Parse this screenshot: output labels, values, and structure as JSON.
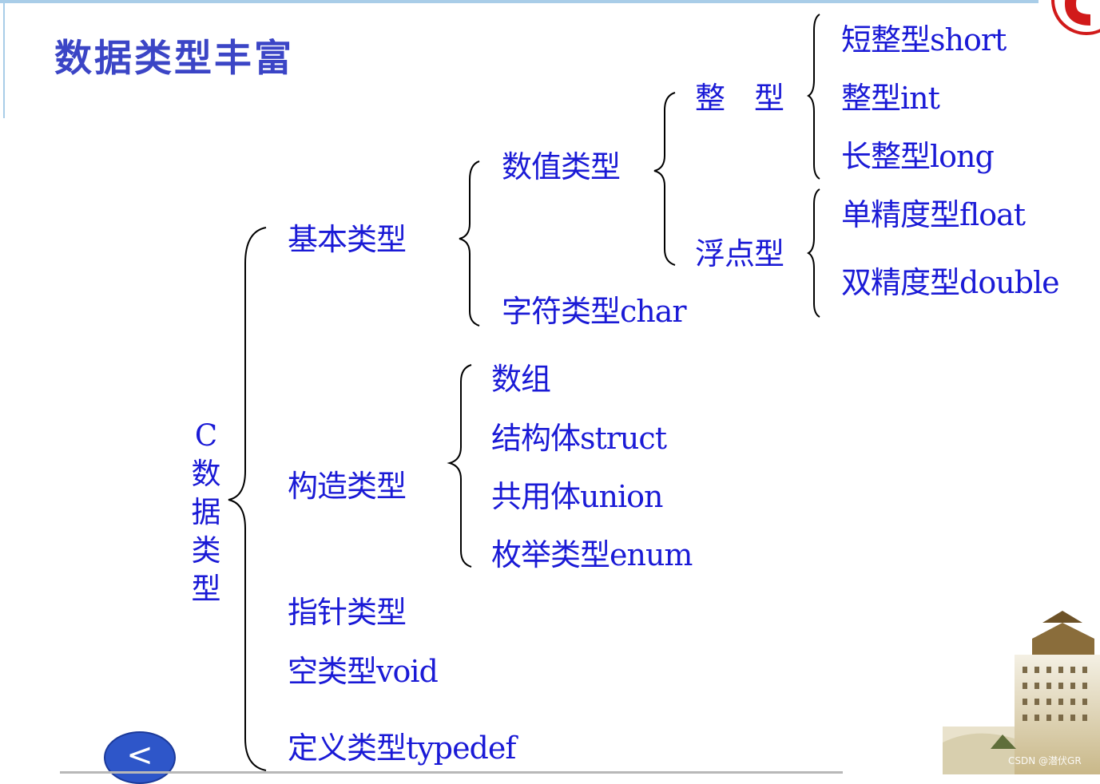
{
  "title": "数据类型丰富",
  "root": "C数据类型",
  "level1": {
    "basic": "基本类型",
    "construct": "构造类型",
    "pointer": "指针类型",
    "void": "空类型void",
    "typedef": "定义类型typedef"
  },
  "basic_children": {
    "numeric": "数值类型",
    "char": "字符类型char"
  },
  "numeric_children": {
    "integer": "整　型",
    "float": "浮点型"
  },
  "integer_children": {
    "short": "短整型short",
    "int": "整型int",
    "long": "长整型long"
  },
  "float_children": {
    "float": "单精度型float",
    "double": "双精度型double"
  },
  "construct_children": {
    "array": "数组",
    "struct": "结构体struct",
    "union": "共用体union",
    "enum": "枚举类型enum"
  },
  "nav": {
    "prev_label": "<"
  },
  "watermark": "CSDN @潜伏GR",
  "colors": {
    "text": "#1a1ad6",
    "title": "#3b45c6",
    "accent_bar": "#a9cde8",
    "nav_button": "#2e56c9"
  }
}
